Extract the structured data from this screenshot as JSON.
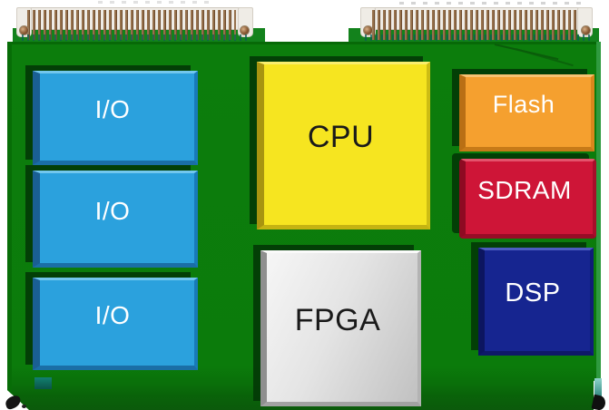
{
  "diagram": {
    "type": "pcb-block-diagram",
    "board": {
      "color": "#0b7b0b"
    },
    "connectors": [
      {
        "id": "edge-connector-left"
      },
      {
        "id": "edge-connector-right"
      }
    ],
    "blocks": [
      {
        "id": "io-1",
        "label": "I/O",
        "fill": "#2ba1dd",
        "text_color": "#ffffff"
      },
      {
        "id": "io-2",
        "label": "I/O",
        "fill": "#2ba1dd",
        "text_color": "#ffffff"
      },
      {
        "id": "io-3",
        "label": "I/O",
        "fill": "#2ba1dd",
        "text_color": "#ffffff"
      },
      {
        "id": "cpu",
        "label": "CPU",
        "fill": "#f6e520",
        "text_color": "#1a1a1a"
      },
      {
        "id": "fpga",
        "label": "FPGA",
        "fill": "#dedede",
        "text_color": "#1a1a1a"
      },
      {
        "id": "flash",
        "label": "Flash",
        "fill": "#f5a02f",
        "text_color": "#ffffff"
      },
      {
        "id": "sdram",
        "label": "SDRAM",
        "fill": "#ce1537",
        "text_color": "#ffffff"
      },
      {
        "id": "dsp",
        "label": "DSP",
        "fill": "#162590",
        "text_color": "#ffffff"
      }
    ]
  }
}
